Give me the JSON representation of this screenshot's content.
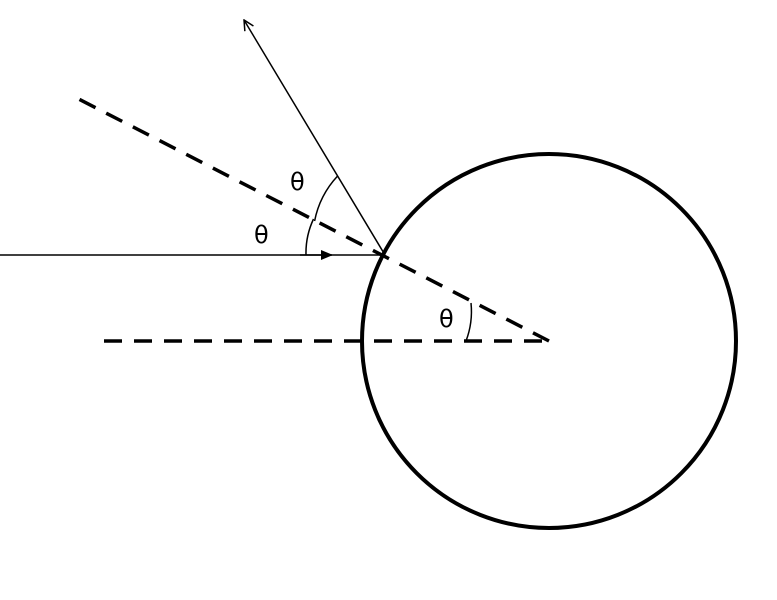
{
  "diagram": {
    "angle_symbol": "θ",
    "labels": {
      "reflected_angle": "θ",
      "incident_angle": "θ",
      "center_angle": "θ"
    },
    "colors": {
      "stroke": "#000000",
      "background": "#ffffff"
    }
  }
}
